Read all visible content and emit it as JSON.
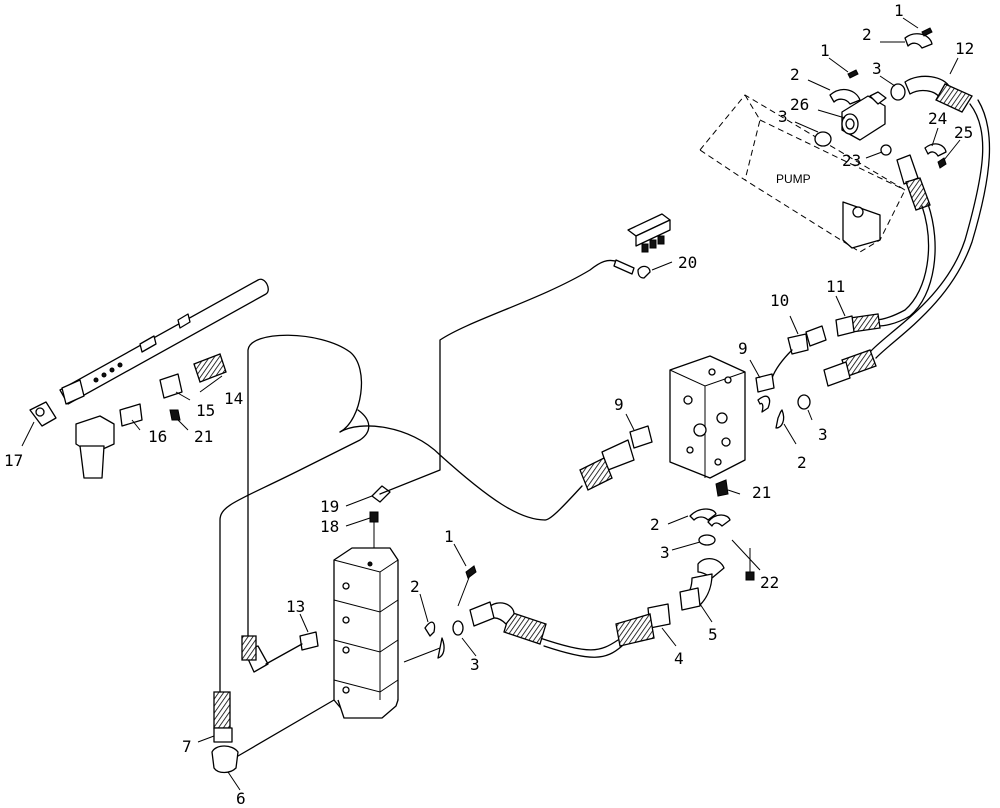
{
  "pump_label": "PUMP",
  "callouts": {
    "c1a": "1",
    "c2a": "2",
    "c12": "12",
    "c1b": "1",
    "c2b": "2",
    "c3a": "3",
    "c26": "26",
    "c3b": "3",
    "c24": "24",
    "c25": "25",
    "c23": "23",
    "c20": "20",
    "c10": "10",
    "c11": "11",
    "c9a": "9",
    "c9b": "9",
    "c3c": "3",
    "c2c": "2",
    "c14": "14",
    "c15": "15",
    "c16": "16",
    "c21a": "21",
    "c17": "17",
    "c21b": "21",
    "c19": "19",
    "c18": "18",
    "c2d": "2",
    "c3d": "3",
    "c22": "22",
    "c1c": "1",
    "c2e": "2",
    "c13": "13",
    "c3e": "3",
    "c4": "4",
    "c5": "5",
    "c7": "7",
    "c6": "6"
  }
}
